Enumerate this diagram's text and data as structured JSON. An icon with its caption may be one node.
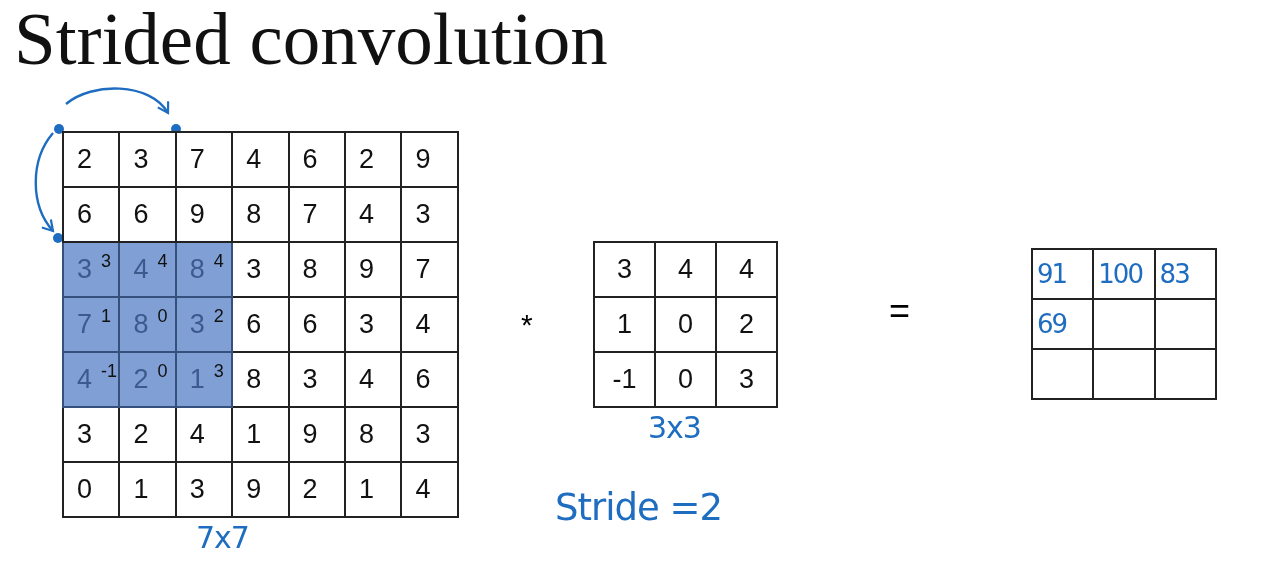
{
  "diagram": {
    "title": "Strided convolution",
    "labels": [
      "2",
      "3",
      "7",
      "4",
      "6",
      "2",
      "9",
      "6",
      "6",
      "9",
      "8",
      "7",
      "4",
      "3",
      "3$^{3}$",
      "4$^{4}$",
      "8$^{4}$",
      "3",
      "8",
      "9",
      "7",
      "7$^{1}$",
      "8$^{0}$",
      "3$^{2}$",
      "6",
      "6",
      "3",
      "4",
      "4$^{-1}$",
      "2$^{0}$",
      "1$^{3}$",
      "8",
      "3",
      "4",
      "6",
      "3",
      "2",
      "4",
      "1",
      "9",
      "8",
      "3",
      "0",
      "1",
      "3",
      "9",
      "2",
      "1",
      "4",
      "7x7",
      "*",
      "3",
      "4",
      "4",
      "1",
      "0",
      "2",
      "-1",
      "0",
      "3",
      "3x3",
      "Stride =2",
      "=",
      "91",
      "100",
      "83",
      "69"
    ]
  }
}
